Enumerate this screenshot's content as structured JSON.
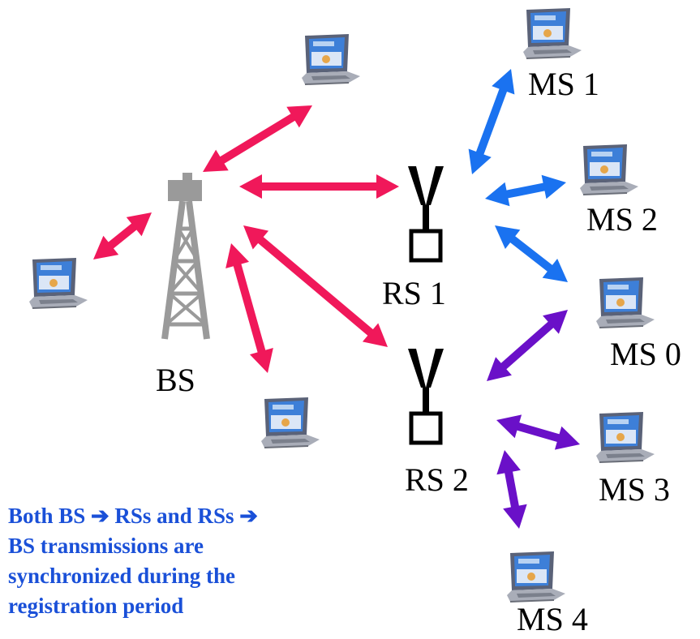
{
  "labels": {
    "bs": "BS",
    "rs1": "RS 1",
    "rs2": "RS 2",
    "ms0": "MS 0",
    "ms1": "MS 1",
    "ms2": "MS 2",
    "ms3": "MS 3",
    "ms4": "MS 4"
  },
  "note": {
    "line1": "Both BS ➔ RSs and RSs ➔",
    "line2": "BS transmissions are",
    "line3": "synchronized during the",
    "line4": "registration period"
  },
  "colors": {
    "bs_links": "#f0185a",
    "rs1_links": "#1a72f0",
    "rs2_links": "#6a10c8",
    "tower": "#9a9a9a",
    "relay": "#000000",
    "note_text": "#1a50d8"
  },
  "icons": {
    "base_station": "lattice-tower-icon",
    "relay_station": "antenna-icon",
    "mobile_station": "laptop-icon"
  }
}
